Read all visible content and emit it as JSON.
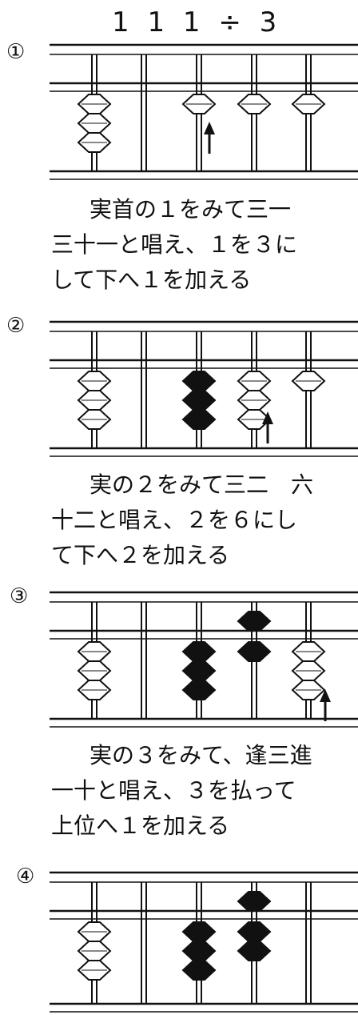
{
  "title": "1 1 1 ÷ 3",
  "steps": [
    {
      "number": "①",
      "lines": [
        "実首の１をみて三一",
        "三十一と唱え、１を３に",
        "して下へ１を加える"
      ]
    },
    {
      "number": "②",
      "lines": [
        "実の２をみて三二　六",
        "十二と唱え、２を６にし",
        "て下へ２を加える"
      ]
    },
    {
      "number": "③",
      "lines": [
        "実の３をみて、逢三進",
        "一十と唱え、３を払って",
        "上位へ１を加える"
      ]
    },
    {
      "number": "④",
      "lines": []
    }
  ],
  "colors": {
    "line": "#111111",
    "bead_white": "#ffffff",
    "bead_black": "#111111"
  },
  "beads": [
    [
      {
        "rod": 0,
        "count": 3,
        "color": "white"
      },
      {
        "rod": 2,
        "count": 1,
        "color": "white"
      },
      {
        "rod": 3,
        "count": 1,
        "color": "white"
      },
      {
        "rod": 4,
        "count": 1,
        "color": "white"
      }
    ],
    [
      {
        "rod": 0,
        "count": 3,
        "color": "white"
      },
      {
        "rod": 2,
        "count": 3,
        "color": "black"
      },
      {
        "rod": 3,
        "count": 3,
        "color": "white"
      },
      {
        "rod": 4,
        "count": 1,
        "color": "white"
      }
    ],
    [
      {
        "rod": 0,
        "count": 3,
        "color": "white"
      },
      {
        "rod": 2,
        "count": 3,
        "color": "black"
      },
      {
        "rod": 3,
        "count": 1,
        "color": "black",
        "upper": true
      },
      {
        "rod": 3,
        "count": 1,
        "color": "black"
      },
      {
        "rod": 4,
        "count": 3,
        "color": "white"
      }
    ],
    [
      {
        "rod": 0,
        "count": 3,
        "color": "white"
      },
      {
        "rod": 2,
        "count": 3,
        "color": "black"
      },
      {
        "rod": 3,
        "count": 1,
        "color": "black",
        "upper": true
      },
      {
        "rod": 3,
        "count": 2,
        "color": "black"
      }
    ]
  ]
}
